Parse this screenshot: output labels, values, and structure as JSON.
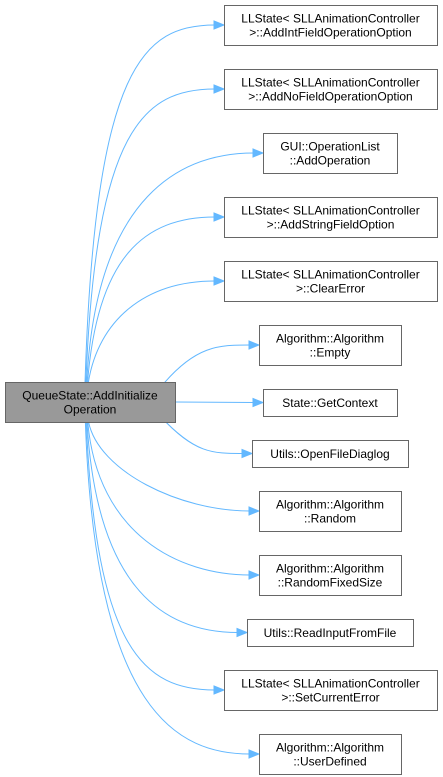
{
  "source": {
    "lines": [
      "QueueState::AddInitialize",
      "Operation"
    ]
  },
  "targets": [
    {
      "lines": [
        "LLState< SLLAnimationController",
        ">::AddIntFieldOperationOption"
      ]
    },
    {
      "lines": [
        "LLState< SLLAnimationController",
        ">::AddNoFieldOperationOption"
      ]
    },
    {
      "lines": [
        "GUI::OperationList",
        "::AddOperation"
      ]
    },
    {
      "lines": [
        "LLState< SLLAnimationController",
        ">::AddStringFieldOption"
      ]
    },
    {
      "lines": [
        "LLState< SLLAnimationController",
        ">::ClearError"
      ]
    },
    {
      "lines": [
        "Algorithm::Algorithm",
        "::Empty"
      ]
    },
    {
      "lines": [
        "State::GetContext"
      ]
    },
    {
      "lines": [
        "Utils::OpenFileDiaglog"
      ]
    },
    {
      "lines": [
        "Algorithm::Algorithm",
        "::Random"
      ]
    },
    {
      "lines": [
        "Algorithm::Algorithm",
        "::RandomFixedSize"
      ]
    },
    {
      "lines": [
        "Utils::ReadInputFromFile"
      ]
    },
    {
      "lines": [
        "LLState< SLLAnimationController",
        ">::SetCurrentError"
      ]
    },
    {
      "lines": [
        "Algorithm::Algorithm",
        "::UserDefined"
      ]
    }
  ],
  "colors": {
    "edge": "#63b8ff",
    "source_fill": "#999999",
    "node_fill": "#ffffff",
    "node_border": "#666666"
  }
}
